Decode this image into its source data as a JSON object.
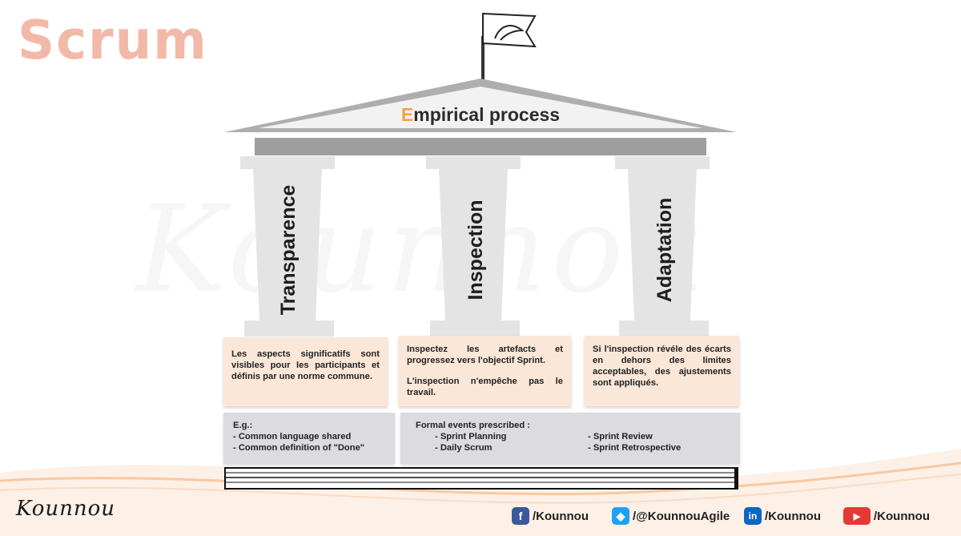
{
  "brand": {
    "logo_text": "Scrum",
    "footer_logo": "Kounnou",
    "watermark": "Kounnou"
  },
  "temple": {
    "title_first": "E",
    "title_rest": "mpirical process",
    "accent_color": "#f5a14a"
  },
  "pillars": [
    {
      "name": "Transparence",
      "description": [
        "Les aspects significatifs sont visibles pour les participants et définis par une norme commune."
      ]
    },
    {
      "name": "Inspection",
      "description": [
        "Inspectez les artefacts et progressez vers l'objectif Sprint.",
        "L'inspection n'empêche pas le travail."
      ]
    },
    {
      "name": "Adaptation",
      "description": [
        "Si l'inspection révéle des écarts en dehors des limites acceptables, des ajustements sont appliqués."
      ]
    }
  ],
  "base": {
    "examples": {
      "heading": "E.g.:",
      "items": [
        "- Common language shared",
        "- Common definition of \"Done\""
      ]
    },
    "events": {
      "heading": "Formal events prescribed :",
      "items": [
        "- Sprint Planning",
        "- Daily Scrum",
        "- Sprint Review",
        "- Sprint Retrospective"
      ]
    }
  },
  "social": [
    {
      "icon": "facebook-icon",
      "label": "/Kounnou",
      "color": "#3b5998"
    },
    {
      "icon": "twitter-icon",
      "label": "/@KounnouAgile",
      "color": "#1da1f2"
    },
    {
      "icon": "linkedin-icon",
      "label": "/Kounnou",
      "color": "#0a66c2"
    },
    {
      "icon": "youtube-icon",
      "label": "/Kounnou",
      "color": "#e53935"
    }
  ]
}
